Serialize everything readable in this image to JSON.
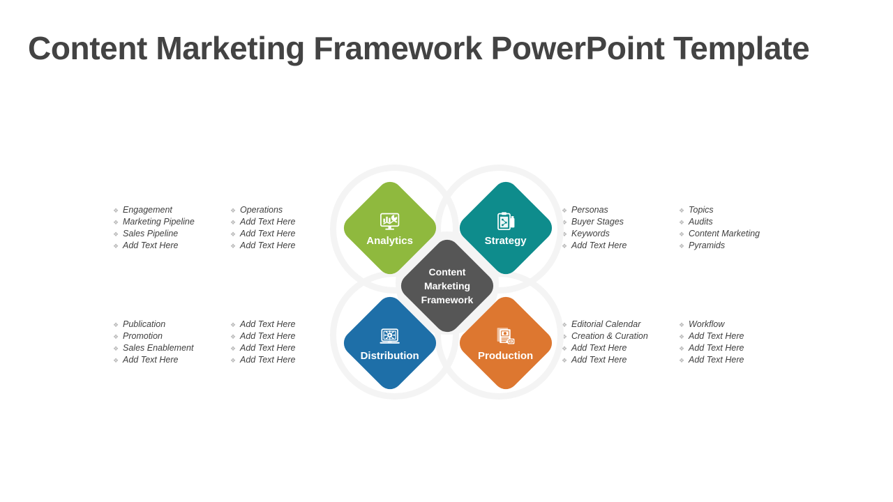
{
  "title": "Content Marketing Framework PowerPoint Template",
  "bullet_glyph": "❖",
  "colors": {
    "title": "#434343",
    "analytics": "#8fb93e",
    "strategy": "#0e8c8c",
    "distribution": "#1e6fa8",
    "production": "#dd7730",
    "center": "#565656",
    "ring": "#f4f4f4",
    "bullet_text": "#3f3f3f"
  },
  "center": {
    "lines": [
      "Content",
      "Marketing",
      "Framework"
    ]
  },
  "nodes": [
    {
      "id": "analytics",
      "label": "Analytics",
      "icon": "monitor-chart-icon",
      "color": "#8fb93e"
    },
    {
      "id": "strategy",
      "label": "Strategy",
      "icon": "clipboard-icon",
      "color": "#0e8c8c"
    },
    {
      "id": "distribution",
      "label": "Distribution",
      "icon": "laptop-network-icon",
      "color": "#1e6fa8"
    },
    {
      "id": "production",
      "label": "Production",
      "icon": "documents-icon",
      "color": "#dd7730"
    }
  ],
  "lists": {
    "top_left_1": [
      "Engagement",
      "Marketing Pipeline",
      "Sales Pipeline",
      "Add Text Here"
    ],
    "top_left_2": [
      "Operations",
      "Add Text Here",
      "Add Text Here",
      "Add Text Here"
    ],
    "top_right_1": [
      "Personas",
      "Buyer Stages",
      "Keywords",
      "Add Text Here"
    ],
    "top_right_2": [
      "Topics",
      "Audits",
      "Content Marketing",
      "Pyramids"
    ],
    "bottom_left_1": [
      "Publication",
      "Promotion",
      "Sales Enablement",
      "Add Text Here"
    ],
    "bottom_left_2": [
      "Add Text Here",
      "Add Text Here",
      "Add Text Here",
      "Add Text Here"
    ],
    "bottom_right_1": [
      "Editorial Calendar",
      "Creation & Curation",
      "Add Text Here",
      "Add Text Here"
    ],
    "bottom_right_2": [
      "Workflow",
      "Add Text Here",
      "Add Text Here",
      "Add Text Here"
    ]
  }
}
